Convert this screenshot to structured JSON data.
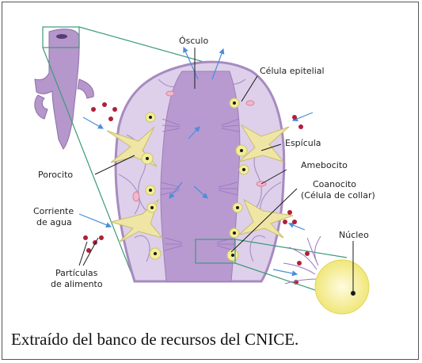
{
  "labels": {
    "osculo": "Ósculo",
    "celula_epitelial": "Célula epitelial",
    "espicula": "Espícula",
    "amebocito": "Amebocito",
    "porocito": "Porocito",
    "coanocito_line1": "Coanocito",
    "coanocito_line2": "(Célula de collar)",
    "corriente_line1": "Corriente",
    "corriente_line2": "de agua",
    "nucleo": "Núcleo",
    "particulas_line1": "Partículas",
    "particulas_line2": "de alimento"
  },
  "caption": "Extraído del banco de recursos del CNICE.",
  "colors": {
    "sponge_body": "#cdb6dd",
    "sponge_wall": "#a68bc0",
    "cavity": "#b89ad0",
    "spicule": "#efe6a6",
    "collar_cell": "#f3ee9a",
    "inset_line": "#3d9a7a",
    "water_arrow": "#4a8fd8",
    "food_particle": "#b0203a"
  }
}
